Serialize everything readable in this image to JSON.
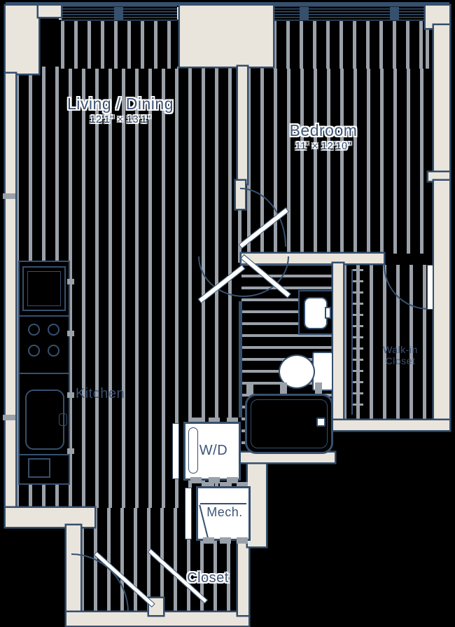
{
  "rooms": {
    "living": {
      "label": "Living / Dining",
      "dims": "12'1\" × 13'1\""
    },
    "bedroom": {
      "label": "Bedroom",
      "dims": "11' × 12'10\""
    },
    "kitchen": {
      "label": "Kitchen"
    },
    "walkin": {
      "line1": "Walk-in",
      "line2": "Closet"
    },
    "laundry": {
      "label": "W/D"
    },
    "mech": {
      "label": "Mech."
    },
    "closet": {
      "label": "Closet"
    }
  },
  "colors": {
    "wall_fill": "#eae5dc",
    "line_navy": "#36506e",
    "text_navy": "#3e5677",
    "plank_gray": "#9ba1a9",
    "floor_black": "#000000",
    "door_white": "#ffffff"
  }
}
